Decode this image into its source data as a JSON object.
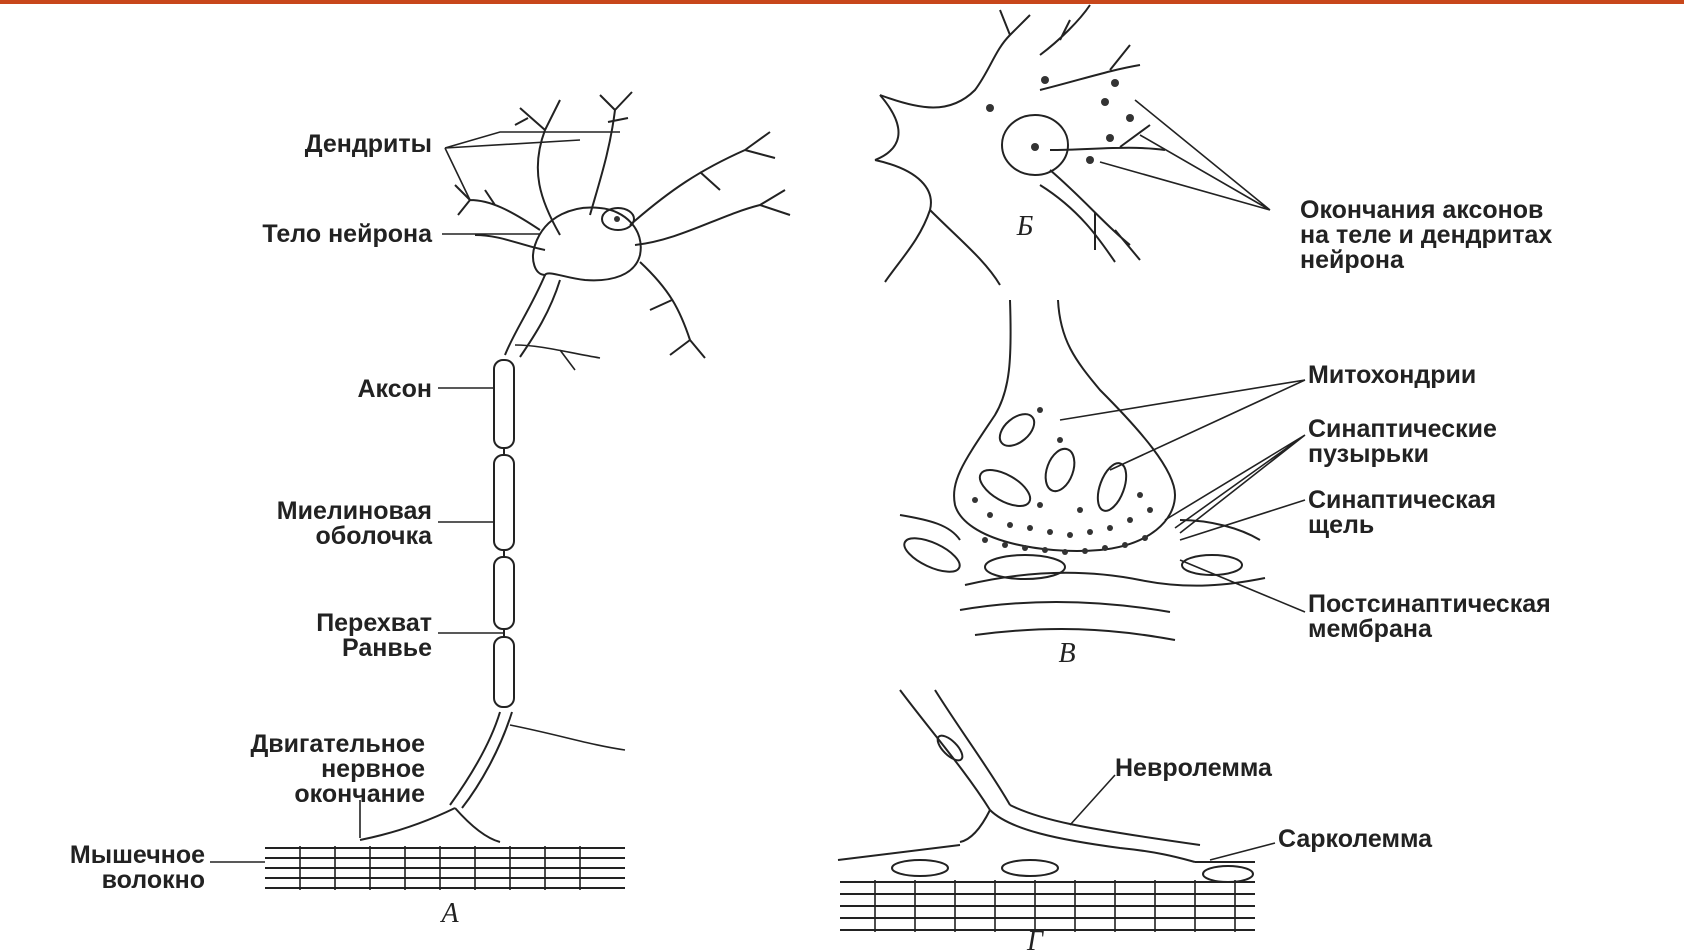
{
  "colors": {
    "accent_bar": "#c8471b",
    "ink": "#222222",
    "background": "#ffffff"
  },
  "panels": {
    "a": "А",
    "b": "Б",
    "v": "В",
    "g": "Г"
  },
  "labels": {
    "dendrites": "Дендриты",
    "neuron_body": "Тело нейрона",
    "axon": "Аксон",
    "myelin": [
      "Миелиновая",
      "оболочка"
    ],
    "ranvier": [
      "Перехват",
      "Ранвье"
    ],
    "motor_ending": [
      "Двигательное",
      "нервное",
      "окончание"
    ],
    "muscle_fiber": [
      "Мышечное",
      "волокно"
    ],
    "axon_endings": [
      "Окончания аксонов",
      "на теле и дендритах",
      "нейрона"
    ],
    "mitochondria": "Митохондрии",
    "vesicles": [
      "Синаптические",
      "пузырьки"
    ],
    "cleft": [
      "Синаптическая",
      "щель"
    ],
    "postsynaptic": [
      "Постсинаптическая",
      "мембрана"
    ],
    "neurolemma": "Невролемма",
    "sarcolemma": "Сарколемма"
  }
}
